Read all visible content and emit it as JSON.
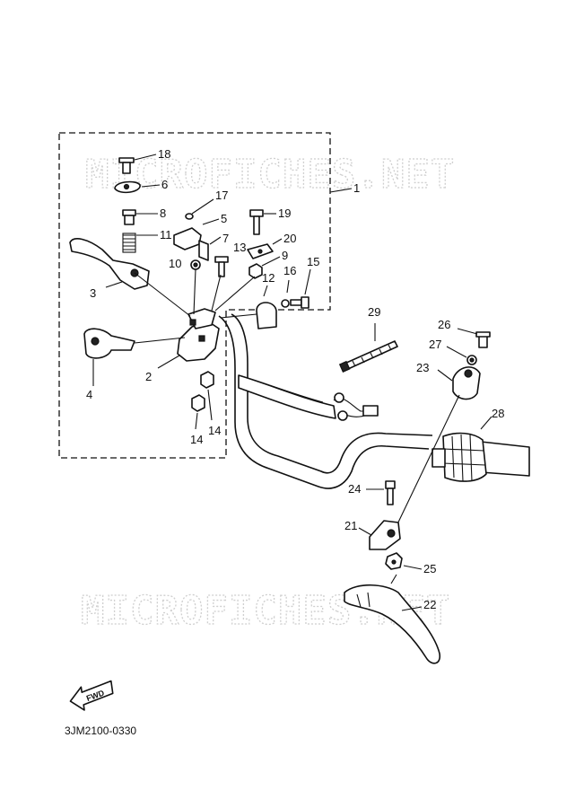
{
  "watermark": {
    "top": "MICROFICHES.NET",
    "bottom": "MICROFICHES.NET"
  },
  "diagram_code": "3JM2100-0330",
  "fwd_label": "FWD",
  "part_labels": {
    "p1": "1",
    "p2": "2",
    "p3": "3",
    "p4": "4",
    "p5": "5",
    "p6": "6",
    "p7": "7",
    "p8": "8",
    "p9": "9",
    "p10": "10",
    "p11": "11",
    "p12": "12",
    "p13": "13",
    "p14a": "14",
    "p14b": "14",
    "p15": "15",
    "p16": "16",
    "p17": "17",
    "p18": "18",
    "p19": "19",
    "p20": "20",
    "p21": "21",
    "p22": "22",
    "p23": "23",
    "p24": "24",
    "p25": "25",
    "p26": "26",
    "p27": "27",
    "p28": "28",
    "p29": "29"
  }
}
